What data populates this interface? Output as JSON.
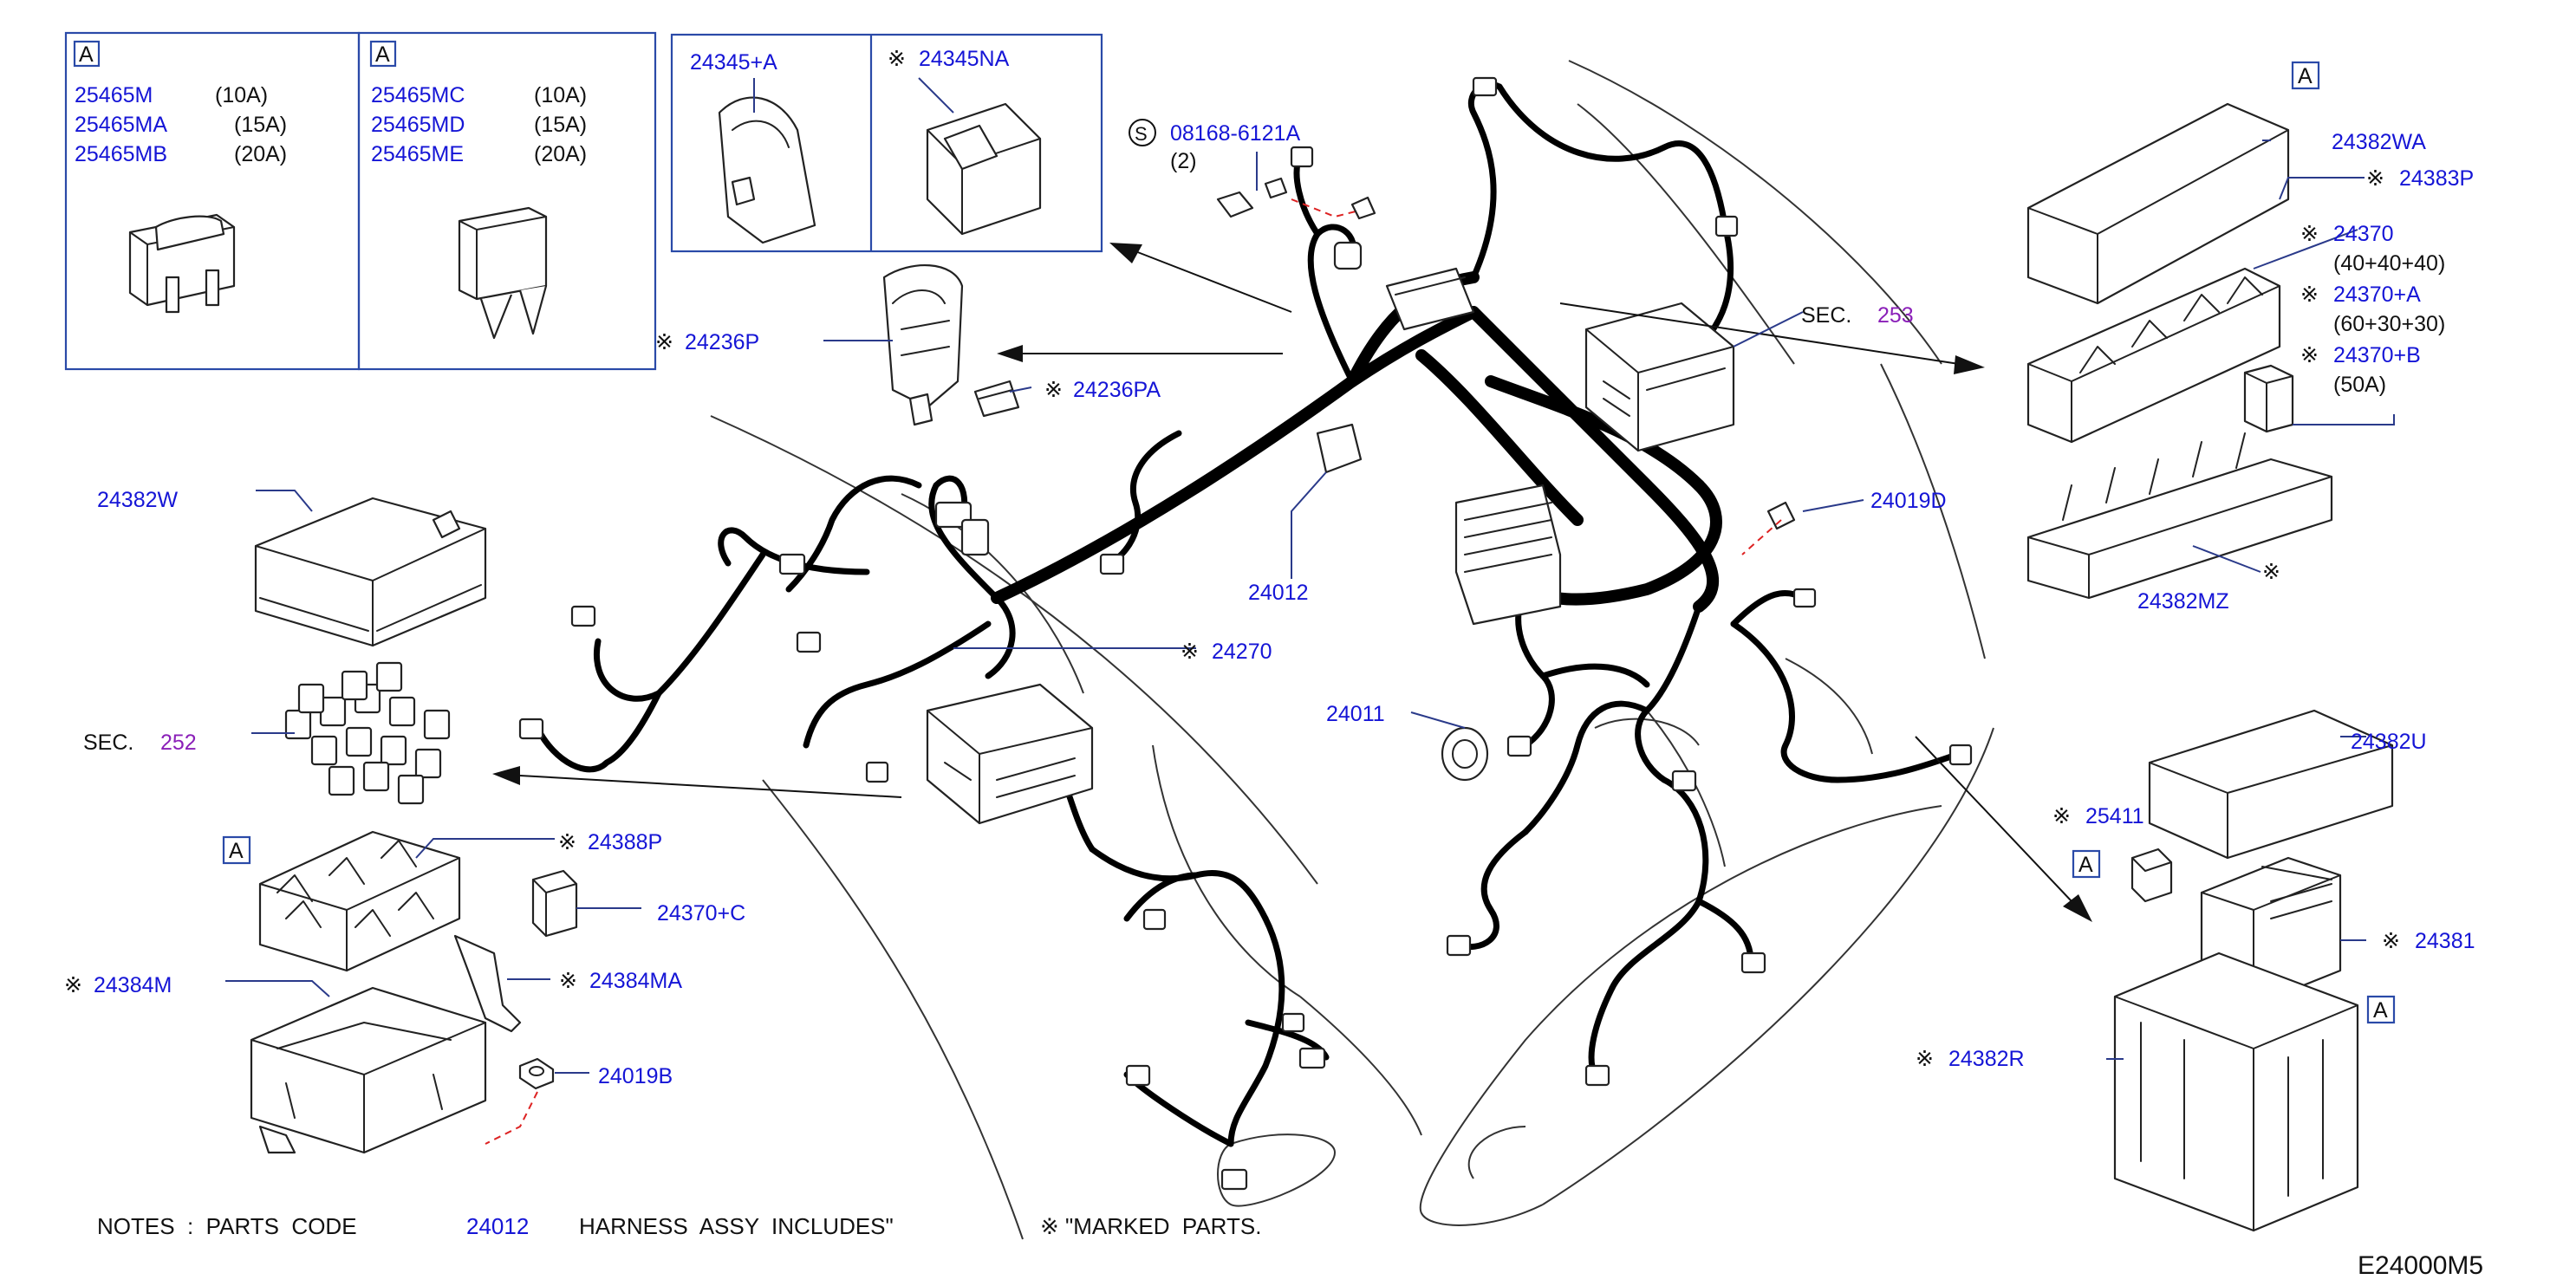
{
  "notes": {
    "prefix": "NOTES  :  PARTS  CODE",
    "code": "24012",
    "middle": "HARNESS  ASSY  INCLUDES\"",
    "suffix": "※ \"MARKED  PARTS."
  },
  "diagram_code": "E24000M5",
  "box_a_marker": "A",
  "fuse_box_left": {
    "marker": "A",
    "rows": [
      {
        "part": "25465M",
        "amp": "(10A)"
      },
      {
        "part": "25465MA",
        "amp": "(15A)"
      },
      {
        "part": "25465MB",
        "amp": "(20A)"
      }
    ]
  },
  "fuse_box_right": {
    "marker": "A",
    "rows": [
      {
        "part": "25465MC",
        "amp": "(10A)"
      },
      {
        "part": "25465MD",
        "amp": "(15A)"
      },
      {
        "part": "25465ME",
        "amp": "(20A)"
      }
    ]
  },
  "terminal_box": {
    "left": "24345+A",
    "right_mark": "※",
    "right": "24345NA"
  },
  "screw": {
    "circle": "S",
    "part": "08168-6121A",
    "qty": "(2)"
  },
  "labels": {
    "p24236P": "24236P",
    "p24236PA": "24236PA",
    "p24382W": "24382W",
    "sec252_prefix": "SEC.",
    "sec252": "252",
    "p24388P": "24388P",
    "p24370C": "24370+C",
    "p24384M": "24384M",
    "p24384MA": "24384MA",
    "p24019B": "24019B",
    "p24012": "24012",
    "p24270": "24270",
    "p24011": "24011",
    "p24019D": "24019D",
    "sec253_prefix": "SEC.",
    "sec253": "253",
    "p24382WA": "24382WA",
    "p24383P": "24383P",
    "p24370": "24370",
    "p24370_spec": "(40+40+40)",
    "p24370A": "24370+A",
    "p24370A_spec": "(60+30+30)",
    "p24370B": "24370+B",
    "p24370B_spec": "(50A)",
    "p24382MZ": "24382MZ",
    "p24382U": "24382U",
    "p25411": "25411",
    "p24381": "24381",
    "p24382R": "24382R",
    "mark_ref": "※",
    "mark_flower": "※"
  }
}
